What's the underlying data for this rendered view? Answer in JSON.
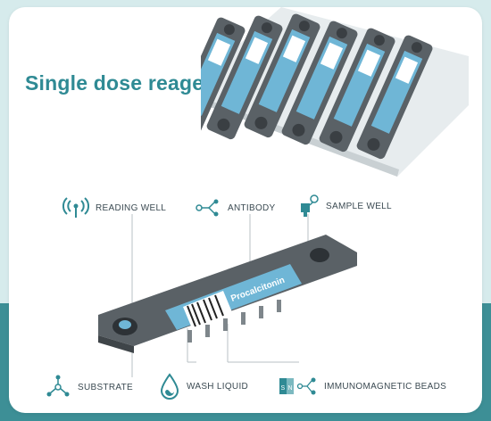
{
  "title": "Single dose reagent",
  "strip_label": "Procalcitonin",
  "callouts": {
    "reading_well": "READING WELL",
    "antibody": "ANTIBODY",
    "sample_well": "SAMPLE WELL",
    "substrate": "SUBSTRATE",
    "wash_liquid": "WASH LIQUID",
    "immunomagnetic_beads": "IMMUNOMAGNETIC BEADS"
  },
  "colors": {
    "accent": "#2f8a94",
    "label_blue": "#6fb6d6",
    "strip_gray": "#5a6166",
    "background_teal": "#3d8f96"
  }
}
